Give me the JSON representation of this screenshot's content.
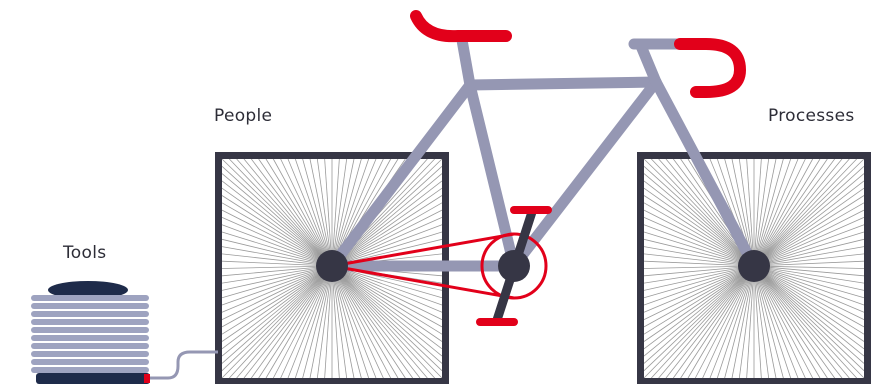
{
  "labels": {
    "people": "People",
    "processes": "Processes",
    "tools": "Tools"
  },
  "colors": {
    "frame": "#9597b3",
    "red": "#e2001a",
    "dark": "#363645",
    "spoke": "#9a9a9a",
    "pump_plate": "#9ea3c0",
    "pump_base": "#1e2b4a"
  }
}
